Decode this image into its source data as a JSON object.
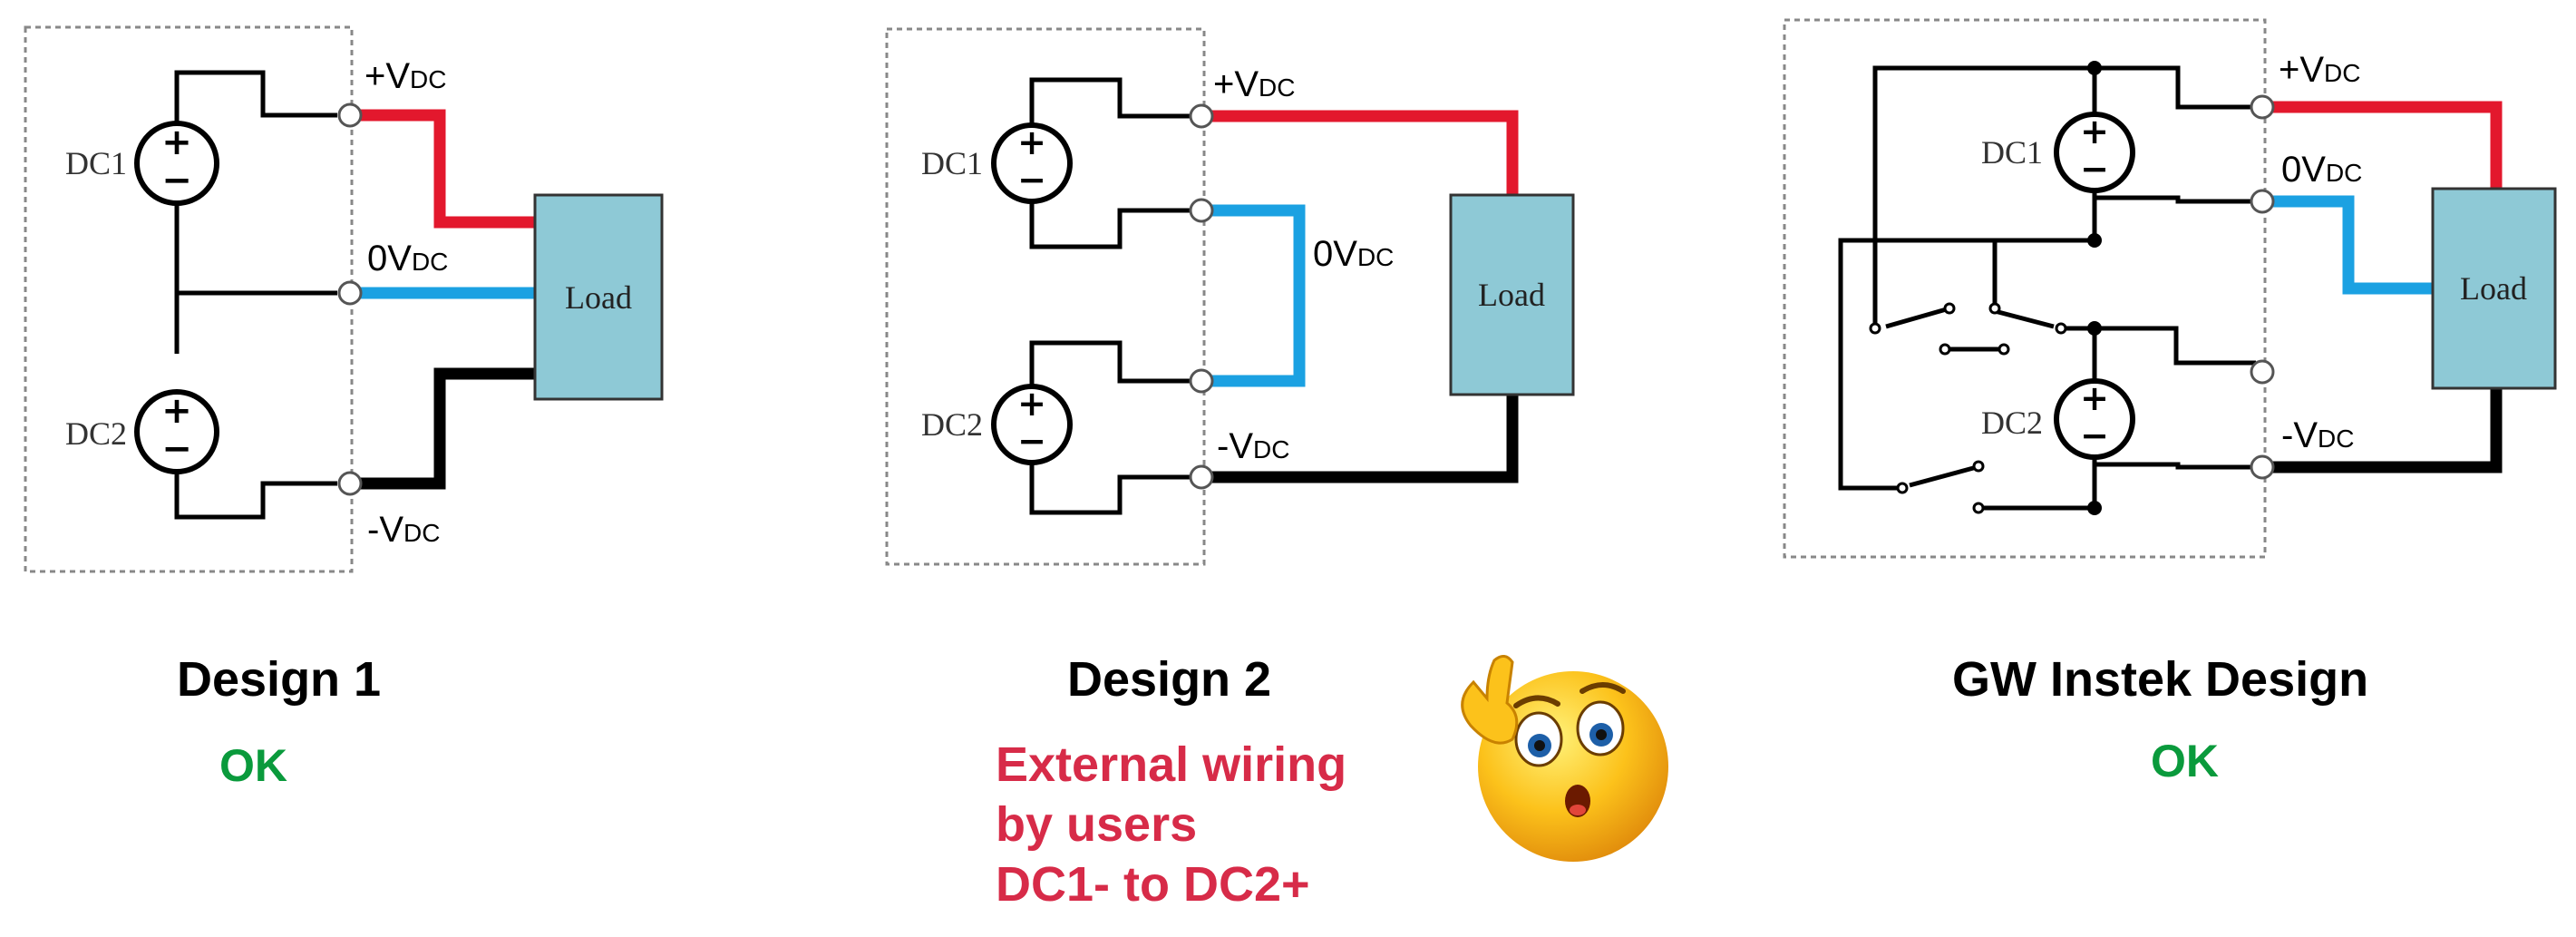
{
  "colors": {
    "positive_wire": "#e3182d",
    "zero_wire": "#1ba1e2",
    "negative_wire": "#000000",
    "load_fill": "#8ec9d6",
    "ok_text": "#0a9a3c",
    "warning_text": "#d72b48",
    "frame": "#888888"
  },
  "common": {
    "source1": "DC1",
    "source2": "DC2",
    "load": "Load",
    "plus_sign": "+",
    "minus_sign": "−"
  },
  "terminals": {
    "positive": {
      "sign": "+V",
      "sub": "DC"
    },
    "zero": {
      "sign": "0V",
      "sub": "DC"
    },
    "negative": {
      "sign": "-V",
      "sub": "DC"
    }
  },
  "designs": [
    {
      "title": "Design 1",
      "status": "OK"
    },
    {
      "title": "Design 2",
      "status_lines": [
        "External wiring",
        "by users",
        "DC1- to DC2+"
      ]
    },
    {
      "title": "GW Instek Design",
      "status": "OK"
    }
  ],
  "emoji": {
    "icon": "thinking-emoji"
  }
}
